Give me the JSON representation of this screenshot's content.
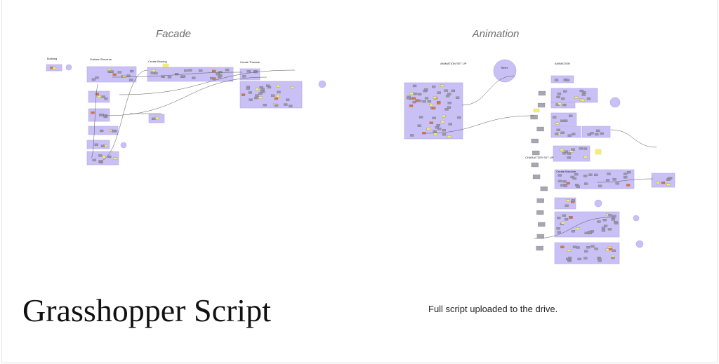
{
  "captions": {
    "facade": "Facade",
    "animation": "Animation"
  },
  "title": "Grasshopper Script",
  "note": "Full script uploaded to the drive.",
  "facade_groups": {
    "building": "Building",
    "surface": "Surface Structure",
    "bracing": "Create Bracing",
    "threads": "Create Threads"
  },
  "animation_groups": {
    "setup": "ANIMATION SET UP",
    "animation": "ANIMATION",
    "timer": "Timer",
    "character": "CHARACTER SET UP",
    "machine": "Create Machine"
  },
  "colors": {
    "group": "#c9c0f5",
    "group_border": "#b3a9ea",
    "yellow": "#f7ef6a",
    "wire": "#555555",
    "caption": "#6b6b6b"
  }
}
